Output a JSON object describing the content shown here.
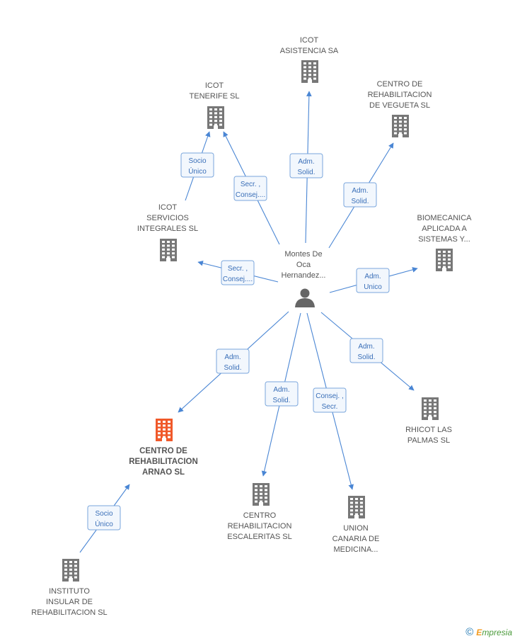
{
  "colors": {
    "building": "#777777",
    "building_main": "#f0592a",
    "person": "#666666",
    "edge": "#4a86d4"
  },
  "center": {
    "label_lines": [
      "Montes De",
      "Oca",
      "Hernandez..."
    ],
    "icon": "person-icon"
  },
  "nodes": [
    {
      "id": "icot-asistencia",
      "label_lines": [
        "ICOT",
        "ASISTENCIA SA"
      ],
      "icon": "building-icon"
    },
    {
      "id": "icot-tenerife",
      "label_lines": [
        "ICOT",
        "TENERIFE  SL"
      ],
      "icon": "building-icon"
    },
    {
      "id": "centro-vegueta",
      "label_lines": [
        "CENTRO DE",
        "REHABILITACION",
        "DE VEGUETA SL"
      ],
      "icon": "building-icon"
    },
    {
      "id": "icot-servicios",
      "label_lines": [
        "ICOT",
        "SERVICIOS",
        "INTEGRALES  SL"
      ],
      "icon": "building-icon"
    },
    {
      "id": "biomecanica",
      "label_lines": [
        "BIOMECANICA",
        "APLICADA A",
        "SISTEMAS Y..."
      ],
      "icon": "building-icon"
    },
    {
      "id": "centro-arnao",
      "label_lines": [
        "CENTRO DE",
        "REHABILITACION",
        "ARNAO SL"
      ],
      "icon": "building-icon",
      "main": true
    },
    {
      "id": "rhicot",
      "label_lines": [
        "RHICOT LAS",
        "PALMAS SL"
      ],
      "icon": "building-icon"
    },
    {
      "id": "centro-escaleritas",
      "label_lines": [
        "CENTRO",
        "REHABILITACION",
        "ESCALERITAS SL"
      ],
      "icon": "building-icon"
    },
    {
      "id": "union-canaria",
      "label_lines": [
        "UNION",
        "CANARIA DE",
        "MEDICINA..."
      ],
      "icon": "building-icon"
    },
    {
      "id": "instituto-insular",
      "label_lines": [
        "INSTITUTO",
        "INSULAR DE",
        "REHABILITACION SL"
      ],
      "icon": "building-icon"
    }
  ],
  "edges": [
    {
      "to": "icot-asistencia",
      "badge": [
        "Adm.",
        "Solid."
      ]
    },
    {
      "to": "icot-tenerife",
      "badge": [
        "Secr. ,",
        "Consej...."
      ]
    },
    {
      "from": "icot-servicios",
      "to": "icot-tenerife",
      "badge": [
        "Socio",
        "Único"
      ]
    },
    {
      "to": "centro-vegueta",
      "badge": [
        "Adm.",
        "Solid."
      ]
    },
    {
      "to": "icot-servicios",
      "badge": [
        "Secr. ,",
        "Consej...."
      ]
    },
    {
      "to": "biomecanica",
      "badge": [
        "Adm.",
        "Unico"
      ]
    },
    {
      "to": "centro-arnao",
      "badge": [
        "Adm.",
        "Solid."
      ]
    },
    {
      "to": "rhicot",
      "badge": [
        "Adm.",
        "Solid."
      ]
    },
    {
      "to": "centro-escaleritas",
      "badge": [
        "Adm.",
        "Solid."
      ]
    },
    {
      "to": "union-canaria",
      "badge": [
        "Consej. ,",
        "Secr."
      ]
    },
    {
      "from": "instituto-insular",
      "to": "centro-arnao",
      "badge": [
        "Socio",
        "Único"
      ]
    }
  ],
  "footer": {
    "copyright_symbol": "©",
    "brand_first": "E",
    "brand_rest": "mpresia"
  }
}
